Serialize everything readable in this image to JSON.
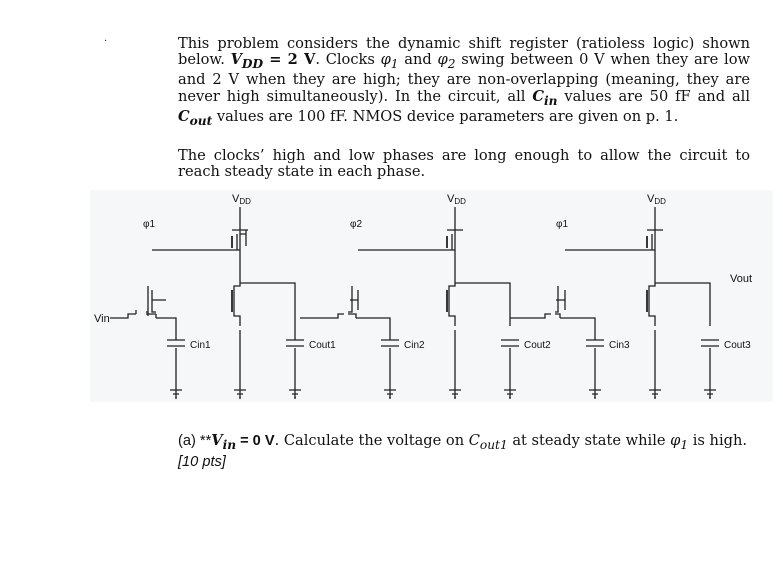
{
  "p1": {
    "t1": "This problem considers the dynamic shift register (ratioless logic) shown below. ",
    "vdd": "V",
    "vdd_sub": "DD",
    "t2": " = 2 V",
    "t3": ". Clocks ",
    "phi1": "φ",
    "phi1_sub": "1",
    "t4": " and ",
    "phi2": "φ",
    "phi2_sub": "2",
    "t5": " swing between 0 V when they are low and 2 V when they are high; they are non-overlapping (meaning, they are never high simultaneously). In the circuit, all ",
    "cin": "C",
    "cin_sub": "in",
    "t6": " values are 50 fF and all ",
    "cout": "C",
    "cout_sub": "out",
    "t7": " values are 100 fF. NMOS device parameters are given on p. 1."
  },
  "p2": {
    "text": "The clocks’ high and low phases are long enough to allow the circuit to reach steady state in each phase."
  },
  "circuit": {
    "vdd_labels": [
      "V",
      "V",
      "V"
    ],
    "vdd_sub": "DD",
    "clocks": [
      "φ1",
      "φ2",
      "φ1"
    ],
    "vin": "Vin",
    "vout": "Vout",
    "caps": [
      "Cin1",
      "Cout1",
      "Cin2",
      "Cout2",
      "Cin3",
      "Cout3"
    ]
  },
  "question": {
    "prefix": "(a) **",
    "vin": "V",
    "vin_sub": "in",
    "eq": " = 0 V",
    "t1": ".  Calculate the voltage on ",
    "cout": "C",
    "cout_sub": "out1",
    "t2": " at steady state while ",
    "phi": "φ",
    "phi_sub": "1",
    "t3": " is high. ",
    "pts": "[10 pts]"
  }
}
